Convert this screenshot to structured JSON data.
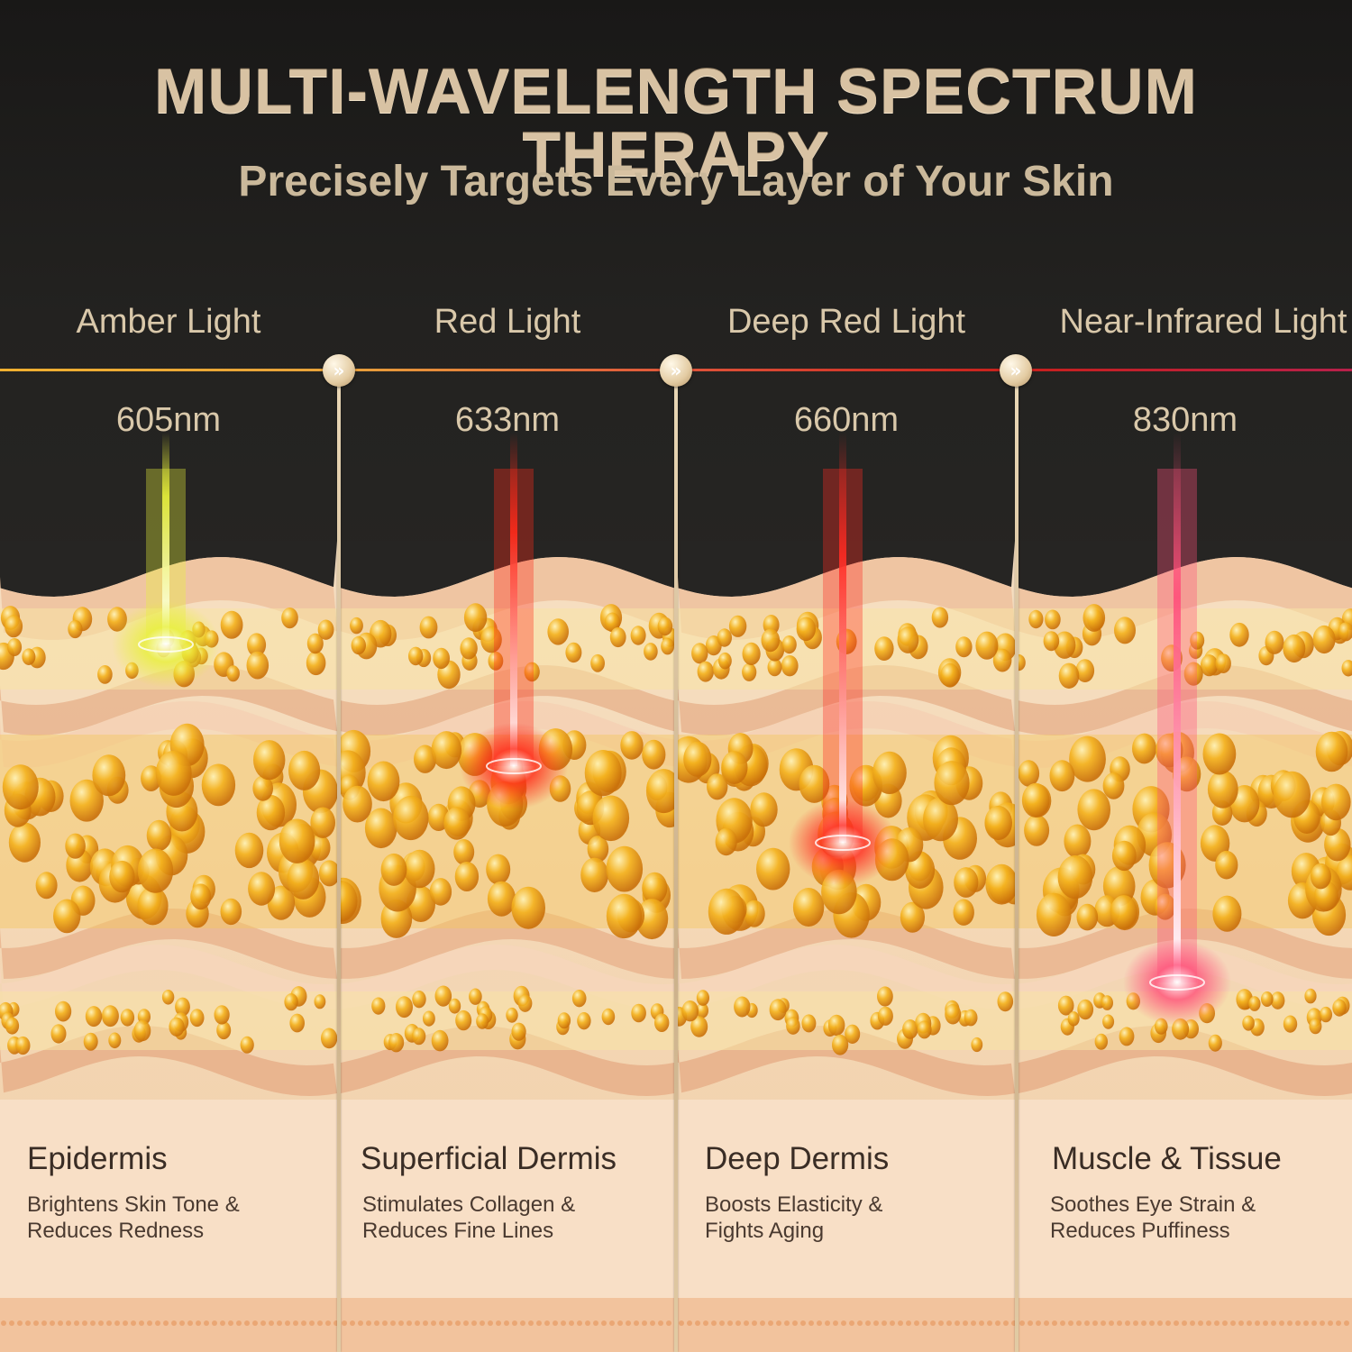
{
  "header": {
    "title": "MULTI-WAVELENGTH SPECTRUM THERAPY",
    "subtitle": "Precisely Targets Every Layer of Your Skin"
  },
  "connector_icon": "double-chevron-right-icon",
  "panels": [
    {
      "light": "Amber Light",
      "wavelength": "605nm",
      "layer": "Epidermis",
      "benefit_lines": [
        "Brightens Skin Tone &",
        "Reduces Redness"
      ],
      "beam_color": "#e8f03a",
      "line_color": "#e8a23a"
    },
    {
      "light": "Red Light",
      "wavelength": "633nm",
      "layer": "Superficial Dermis",
      "benefit_lines": [
        "Stimulates Collagen &",
        "Reduces Fine Lines"
      ],
      "beam_color": "#ff2a1a",
      "line_color": "#e0553a"
    },
    {
      "light": "Deep Red Light",
      "wavelength": "660nm",
      "layer": "Deep Dermis",
      "benefit_lines": [
        "Boosts Elasticity &",
        "Fights Aging"
      ],
      "beam_color": "#ff2a22",
      "line_color": "#c8201c"
    },
    {
      "light": "Near-Infrared Light",
      "wavelength": "830nm",
      "layer": "Muscle & Tissue",
      "benefit_lines": [
        "Soothes Eye Strain &",
        "Reduces Puffiness"
      ],
      "beam_color": "#ff4f7a",
      "line_color": "#b8204a"
    }
  ],
  "colors": {
    "background": "#1d1c1b",
    "title_gold": "#d8c2a3",
    "skin_base": "#f3d3b0",
    "oil_drop": "#f0a616"
  }
}
